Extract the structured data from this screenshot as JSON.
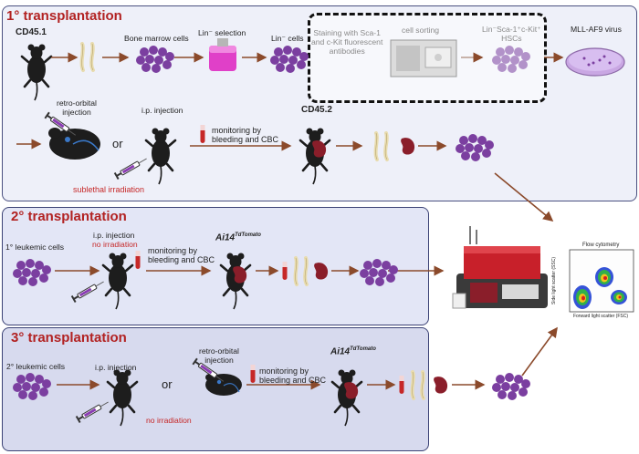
{
  "panel1": {
    "title": "1° transplantation",
    "cd45_1": "CD45.1",
    "bone_marrow": "Bone marrow cells",
    "lin_selection": "Lin⁻ selection",
    "lin_cells": "Lin⁻ cells",
    "staining": "Staining with Sca-1\nand c-Kit fluorescent\nantibodies",
    "cell_sorting": "cell sorting",
    "hscs": "Lin⁻Sca-1⁺c-Kit⁺\nHSCs",
    "mll_af9": "MLL-AF9 virus",
    "retro_orbital": "retro-orbital\ninjection",
    "or": "or",
    "ip_injection": "i.p. injection",
    "sublethal": "sublethal  irradiation",
    "monitoring": "monitoring by\nbleeding and CBC",
    "cd45_2": "CD45.2"
  },
  "panel2": {
    "title": "2° transplantation",
    "leukemic": "1° leukemic cells",
    "ip_injection": "i.p. injection",
    "no_irradiation": "no irradiation",
    "monitoring": "monitoring by\nbleeding and CBC",
    "strain": "Ai14",
    "strain_sup": "TdTomato"
  },
  "panel3": {
    "title": "3° transplantation",
    "leukemic": "2° leukemic cells",
    "ip_injection": "i.p. injection",
    "or": "or",
    "retro_orbital": "retro-orbital\ninjection",
    "no_irradiation": "no irradiation",
    "monitoring": "monitoring by\nbleeding and CBC",
    "strain": "Ai14",
    "strain_sup": "TdTomato"
  },
  "flow": {
    "title": "Flow cytometry",
    "xlabel": "Forward light scatter (FSC)",
    "ylabel": "Side light scatter (SSC)"
  },
  "colors": {
    "title_red": "#b22222",
    "cell_purple": "#7b3fa0",
    "arrow_brown": "#8b4a2b",
    "panel_border": "#4a5080"
  }
}
